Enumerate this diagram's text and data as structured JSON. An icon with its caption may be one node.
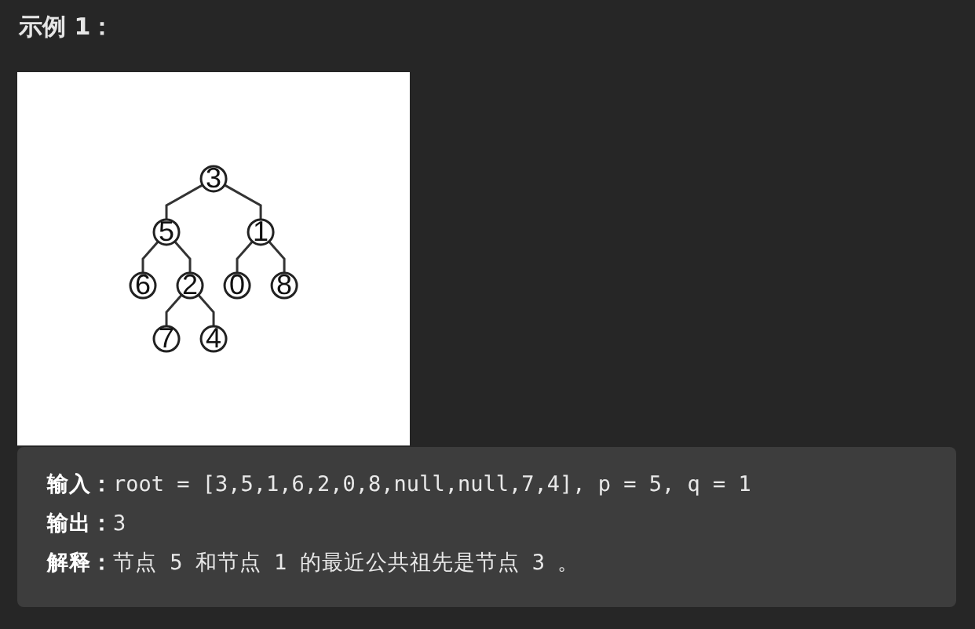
{
  "diagram": {
    "title": "示例 1：",
    "nodes": [
      {
        "text": [
          "3"
        ]
      },
      {
        "text": [
          "5"
        ]
      },
      {
        "text": [
          "1"
        ]
      },
      {
        "text": [
          "6"
        ]
      },
      {
        "text": [
          "2"
        ]
      },
      {
        "text": [
          "0"
        ]
      },
      {
        "text": [
          "8"
        ]
      },
      {
        "text": [
          "7"
        ]
      },
      {
        "text": [
          "4"
        ]
      }
    ],
    "edges": [
      {
        "from": 0,
        "to": 1,
        "arrow": "none"
      },
      {
        "from": 0,
        "to": 2,
        "arrow": "none"
      },
      {
        "from": 1,
        "to": 3,
        "arrow": "none"
      },
      {
        "from": 1,
        "to": 4,
        "arrow": "none"
      },
      {
        "from": 2,
        "to": 5,
        "arrow": "none"
      },
      {
        "from": 2,
        "to": 6,
        "arrow": "none"
      },
      {
        "from": 4,
        "to": 7,
        "arrow": "none"
      },
      {
        "from": 4,
        "to": 8,
        "arrow": "none"
      }
    ],
    "labels": [
      "**输入：**root = [3,5,1,6,2,0,8,null,null,7,4], p = 5, q = 1",
      "**输出：**3",
      "**解释：**节点 5 和节点 1 的最近公共祖先是节点 3 。"
    ]
  }
}
